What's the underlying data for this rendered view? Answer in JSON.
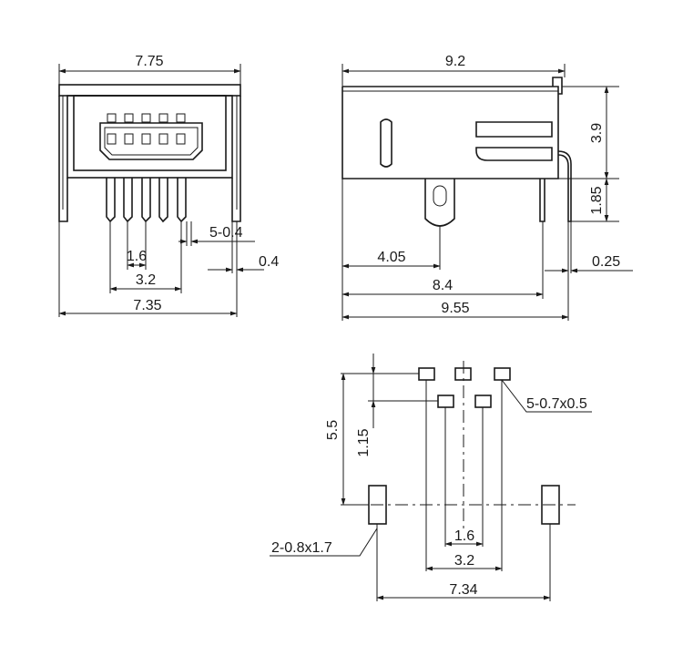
{
  "front_view": {
    "labels": {
      "overall_width": "7.75",
      "pin_width": "5-0.4",
      "pin_pitch": "1.6",
      "pin_span": "3.2",
      "pin_thickness": "0.4",
      "leg_span": "7.35"
    }
  },
  "side_view": {
    "labels": {
      "overall_length": "9.2",
      "height_upper": "3.9",
      "height_lower": "1.85",
      "post_offset": "4.05",
      "pin_offset": "8.4",
      "total_length": "9.55",
      "pin_thickness": "0.25"
    }
  },
  "footprint": {
    "labels": {
      "row_height": "5.5",
      "row_offset": "1.15",
      "pad_size": "5-0.7x0.5",
      "mount_pad_size": "2-0.8x1.7",
      "pad_pitch": "1.6",
      "pad_span": "3.2",
      "mount_span": "7.34"
    }
  }
}
